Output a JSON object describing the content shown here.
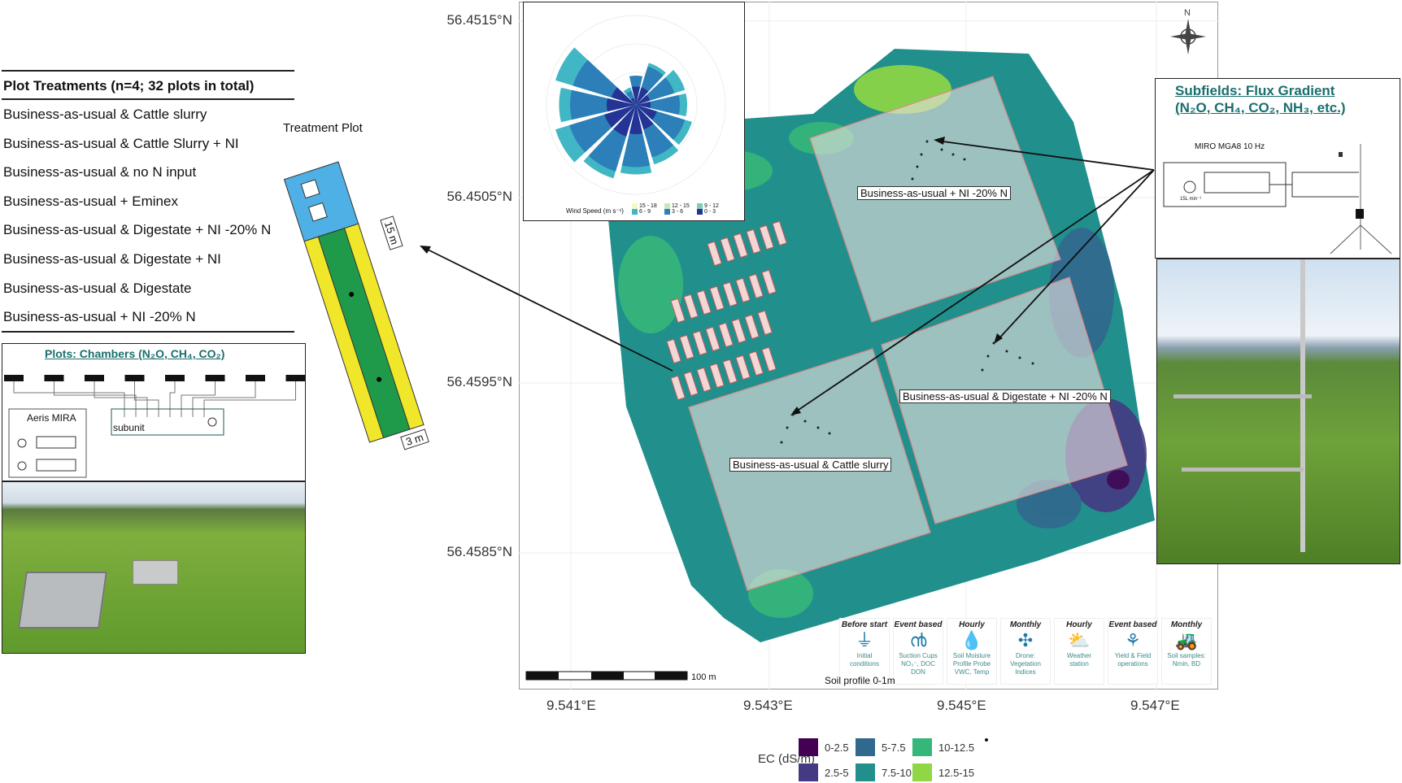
{
  "treatments": {
    "header": "Plot Treatments (n=4; 32 plots in total)",
    "rows": [
      "Business-as-usual & Cattle slurry",
      "Business-as-usual & Cattle Slurry + NI",
      "Business-as-usual & no N input",
      "Business-as-usual + Eminex",
      "Business-as-usual & Digestate + NI -20% N",
      "Business-as-usual & Digestate + NI",
      "Business-as-usual & Digestate",
      "Business-as-usual + NI -20% N"
    ]
  },
  "treatment_plot": {
    "title": "Treatment Plot",
    "length": "15 m",
    "width": "3 m"
  },
  "chambers": {
    "title": "Plots: Chambers (N₂O, CH₄, CO₂)",
    "analyzer": "Aeris MIRA",
    "subunit": "subunit"
  },
  "flux": {
    "title_line1": "Subfields: Flux Gradient",
    "title_line2": "(N₂O, CH₄, CO₂, NH₃, etc.)",
    "analyzer": "MIRO MGA8 10 Hz",
    "flow": "15L min⁻¹"
  },
  "map": {
    "lat_labels": [
      "56.4515°N",
      "56.4505°N",
      "56.4595°N",
      "56.4585°N"
    ],
    "lon_labels": [
      "9.541°E",
      "9.543°E",
      "9.545°E",
      "9.547°E"
    ],
    "north": "N",
    "scale_label": "100 m",
    "subfield_labels": [
      "Business-as-usual + NI -20% N",
      "Business-as-usual & Digestate + NI -20% N",
      "Business-as-usual & Cattle slurry"
    ],
    "soil_profile": "Soil profile 0-1m"
  },
  "wind_rose": {
    "title": "Wind Speed (m s⁻¹)",
    "classes": [
      {
        "label": "15 - 18",
        "color": "#f4f9c8"
      },
      {
        "label": "12 - 15",
        "color": "#c7e9b4"
      },
      {
        "label": "9 - 12",
        "color": "#7fcdbb"
      },
      {
        "label": "6 - 9",
        "color": "#41b6c4"
      },
      {
        "label": "3 - 6",
        "color": "#2c7fb8"
      },
      {
        "label": "0 - 3",
        "color": "#253494"
      }
    ],
    "sectors": [
      {
        "dir": 0,
        "len": [
          0.25,
          0.4,
          0
        ]
      },
      {
        "dir": 30,
        "len": [
          0.25,
          0.55,
          0.6
        ]
      },
      {
        "dir": 60,
        "len": [
          0.2,
          0.55,
          0.7
        ]
      },
      {
        "dir": 90,
        "len": [
          0.2,
          0.6,
          0.7
        ]
      },
      {
        "dir": 120,
        "len": [
          0.3,
          0.7,
          0.8
        ]
      },
      {
        "dir": 150,
        "len": [
          0.35,
          0.75,
          0.85
        ]
      },
      {
        "dir": 180,
        "len": [
          0.4,
          0.85,
          0.95
        ]
      },
      {
        "dir": 210,
        "len": [
          0.45,
          0.95,
          1.05
        ]
      },
      {
        "dir": 240,
        "len": [
          0.45,
          0.95,
          1.15
        ]
      },
      {
        "dir": 270,
        "len": [
          0.4,
          0.9,
          1.05
        ]
      },
      {
        "dir": 300,
        "len": [
          0.35,
          0.9,
          1.15
        ]
      },
      {
        "dir": 330,
        "len": [
          0.1,
          0.2,
          0.25
        ]
      }
    ]
  },
  "measurements": [
    {
      "freq": "Before start",
      "icon": "ground-icon",
      "glyph": "⏚",
      "desc": [
        "Initial",
        "conditions"
      ]
    },
    {
      "freq": "Event based",
      "icon": "suction-cup-icon",
      "glyph": "൯",
      "desc": [
        "Suction Cups",
        "NO₃⁻, DOC",
        "DON"
      ]
    },
    {
      "freq": "Hourly",
      "icon": "water-drop-icon",
      "glyph": "💧",
      "desc": [
        "Soil Moisture",
        "Profile Probe",
        "VWC, Temp"
      ]
    },
    {
      "freq": "Monthly",
      "icon": "drone-icon",
      "glyph": "✣",
      "desc": [
        "Drone:",
        "Vegetation",
        "Indices"
      ]
    },
    {
      "freq": "Hourly",
      "icon": "weather-icon",
      "glyph": "⛅",
      "desc": [
        "Weather",
        "station"
      ]
    },
    {
      "freq": "Event based",
      "icon": "wheat-icon",
      "glyph": "⚘",
      "desc": [
        "Yield & Field",
        "operations"
      ]
    },
    {
      "freq": "Monthly",
      "icon": "tractor-icon",
      "glyph": "🚜",
      "desc": [
        "Soil samples:",
        "Nmin, BD"
      ]
    }
  ],
  "ec_legend": {
    "title": "EC (dS/m)",
    "classes": [
      {
        "label": "0-2.5",
        "color": "#440154"
      },
      {
        "label": "2.5-5",
        "color": "#443a83"
      },
      {
        "label": "5-7.5",
        "color": "#31688e"
      },
      {
        "label": "7.5-10",
        "color": "#21908d"
      },
      {
        "label": "10-12.5",
        "color": "#35b779"
      },
      {
        "label": "12.5-15",
        "color": "#8fd744"
      }
    ]
  }
}
